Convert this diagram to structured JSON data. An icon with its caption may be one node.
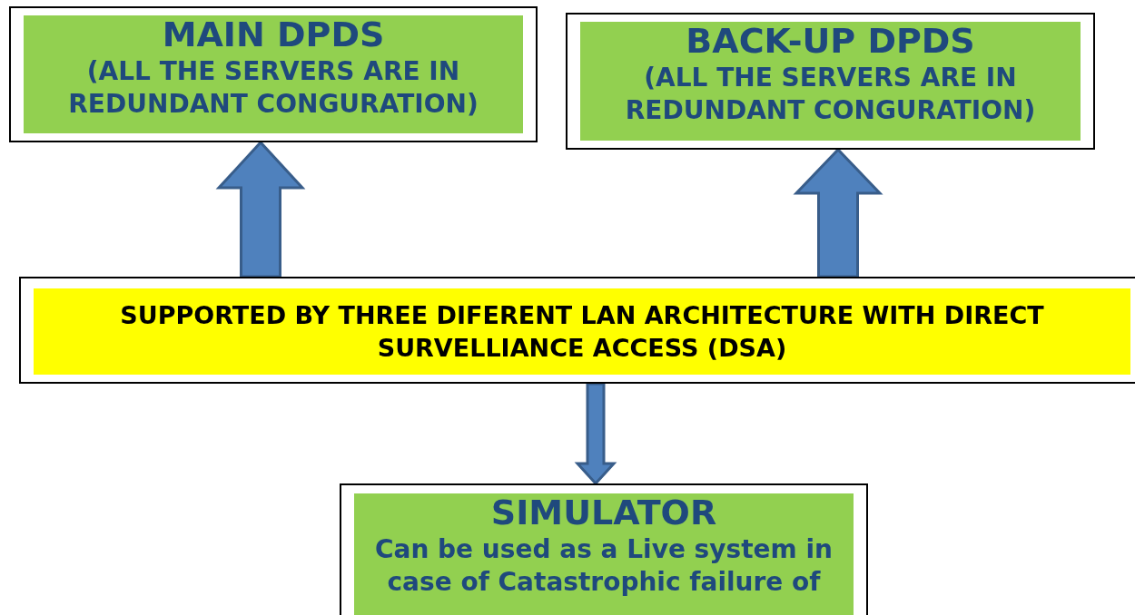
{
  "diagram": {
    "nodes": [
      {
        "text": [
          "MAIN DPDS",
          "(ALL THE SERVERS ARE IN REDUNDANT CONGURATION)"
        ]
      },
      {
        "text": [
          "BACK-UP DPDS",
          "(ALL THE SERVERS ARE IN REDUNDANT CONGURATION)"
        ]
      },
      {
        "text": [
          "SUPPORTED BY THREE DIFERENT LAN ARCHITECTURE WITH DIRECT SURVELLIANCE ACCESS (DSA)"
        ]
      },
      {
        "text": [
          "SIMULATOR",
          "Can be used as a Live system in case of Catastrophic failure of"
        ]
      }
    ],
    "edges": [
      {
        "from": 2,
        "to": 0,
        "arrow": "to"
      },
      {
        "from": 2,
        "to": 1,
        "arrow": "to"
      },
      {
        "from": 2,
        "to": 3,
        "arrow": "to"
      }
    ]
  }
}
